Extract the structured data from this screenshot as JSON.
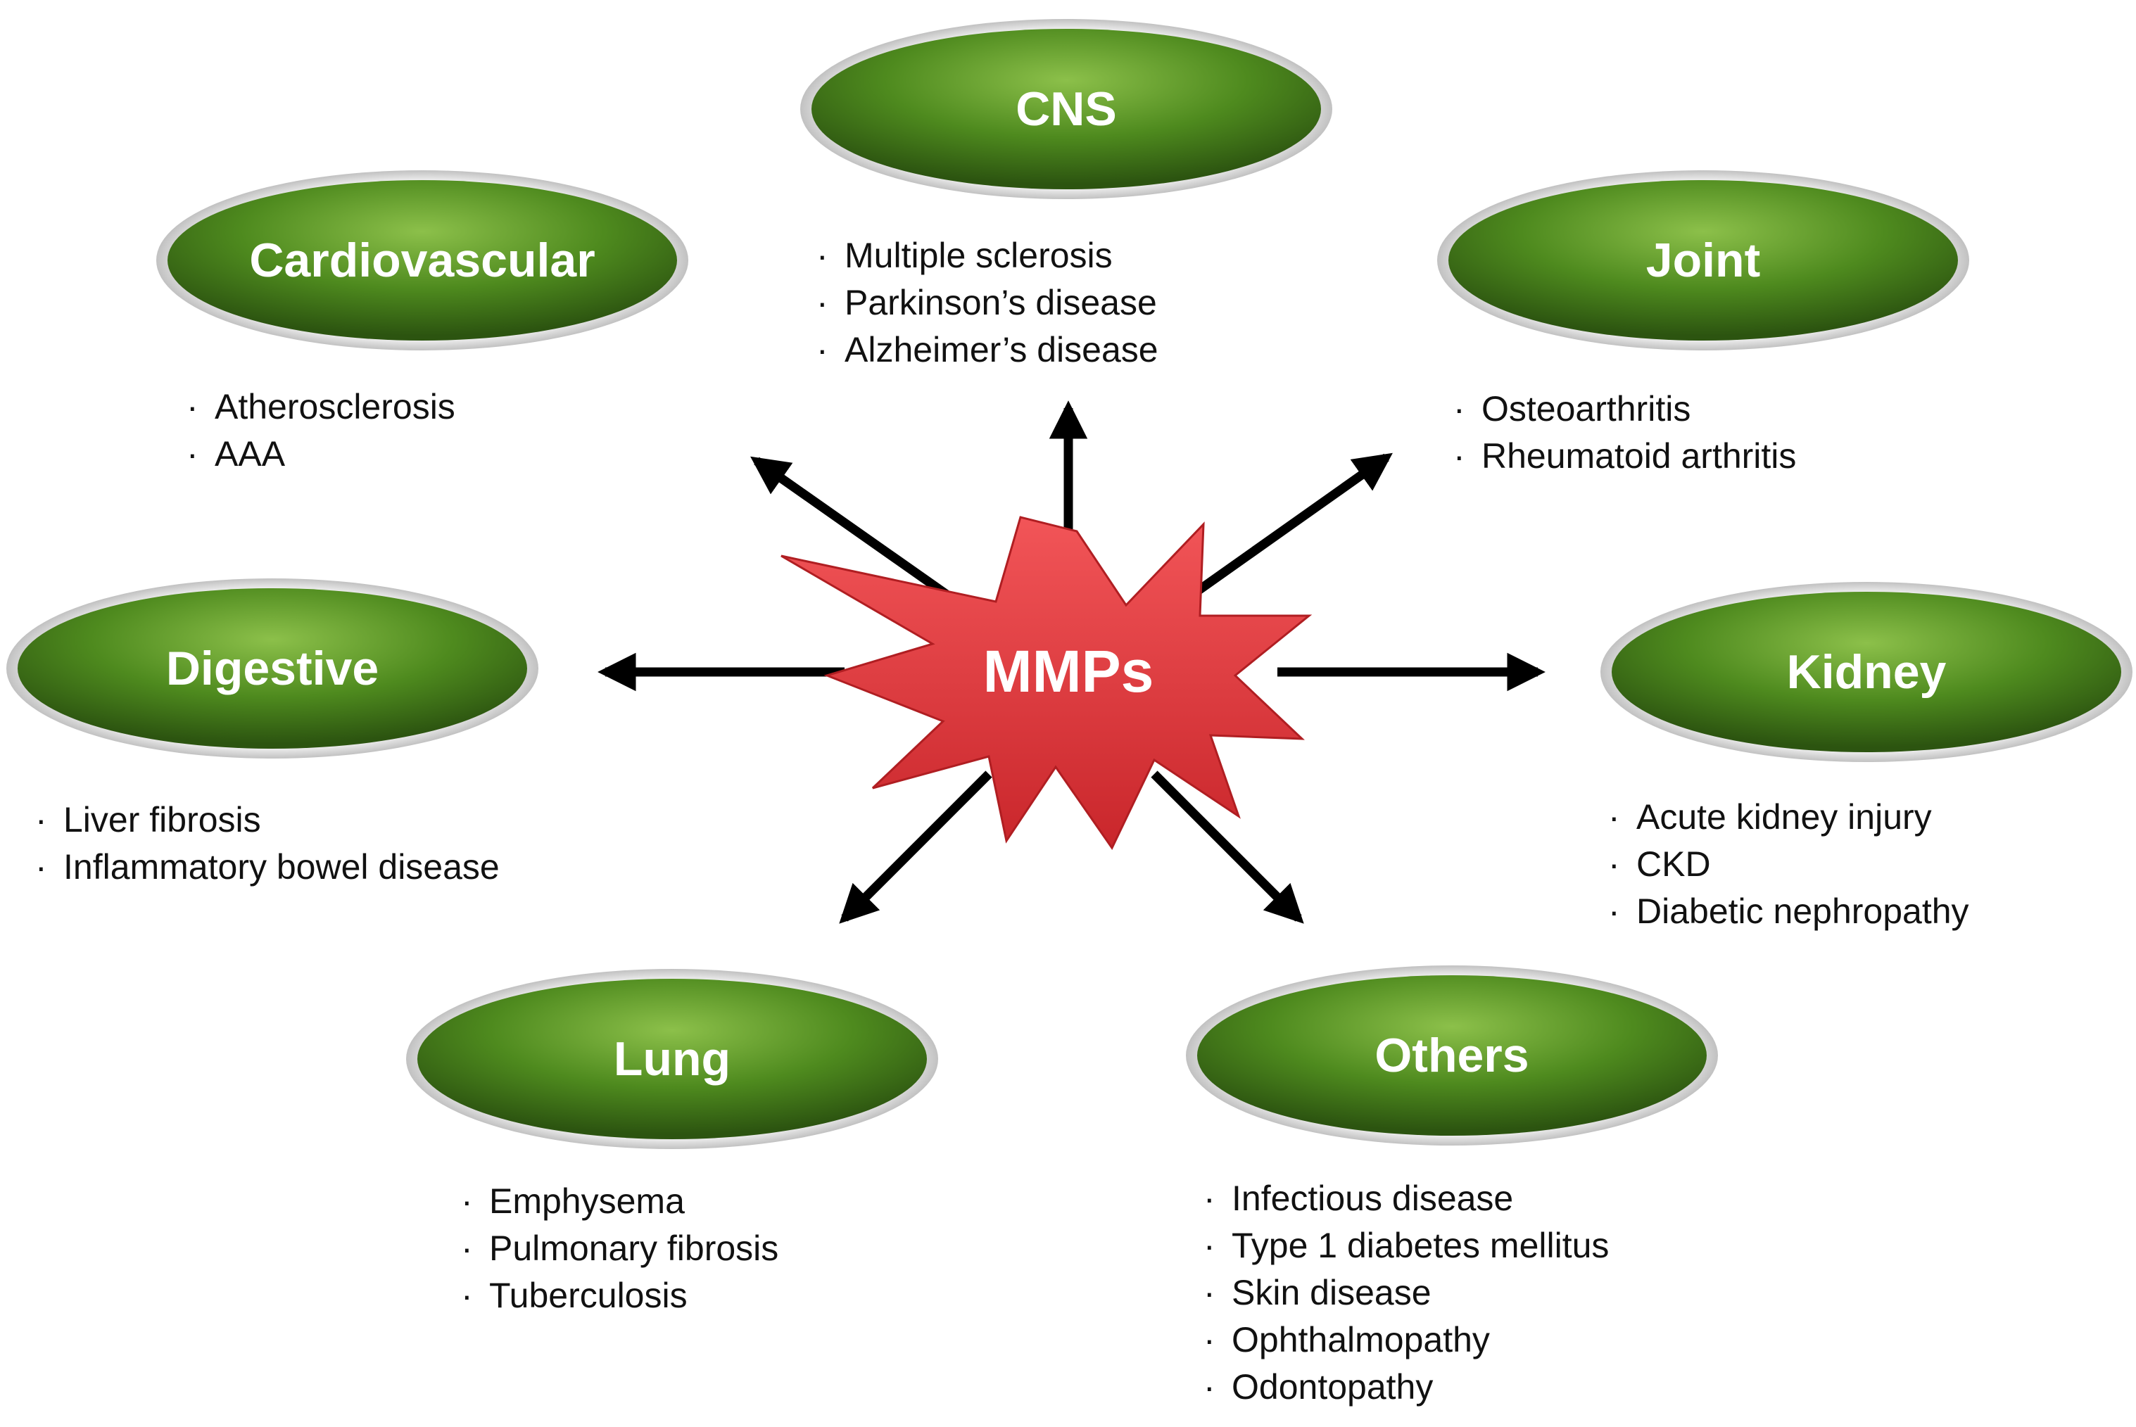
{
  "center": {
    "label": "MMPs"
  },
  "categories": [
    {
      "id": "cns",
      "label": "CNS",
      "items": [
        "Multiple sclerosis",
        "Parkinson’s disease",
        "Alzheimer’s disease"
      ]
    },
    {
      "id": "cardiovascular",
      "label": "Cardiovascular",
      "items": [
        "Atherosclerosis",
        "AAA"
      ]
    },
    {
      "id": "joint",
      "label": "Joint",
      "items": [
        "Osteoarthritis",
        "Rheumatoid arthritis"
      ]
    },
    {
      "id": "digestive",
      "label": "Digestive",
      "items": [
        "Liver fibrosis",
        "Inflammatory bowel disease"
      ]
    },
    {
      "id": "kidney",
      "label": "Kidney",
      "items": [
        "Acute kidney injury",
        "CKD",
        "Diabetic nephropathy"
      ]
    },
    {
      "id": "lung",
      "label": "Lung",
      "items": [
        "Emphysema",
        "Pulmonary fibrosis",
        "Tuberculosis"
      ]
    },
    {
      "id": "others",
      "label": "Others",
      "items": [
        "Infectious disease",
        "Type 1 diabetes mellitus",
        "Skin disease",
        "Ophthalmopathy",
        "Odontopathy"
      ]
    }
  ],
  "bullet_glyph": "·",
  "colors": {
    "node_green": "#4e8a1e",
    "node_green_light": "#8cc04a",
    "node_green_dark": "#2c5410",
    "burst_red": "#e03a3e",
    "arrow": "#000000",
    "text": "#111111"
  }
}
